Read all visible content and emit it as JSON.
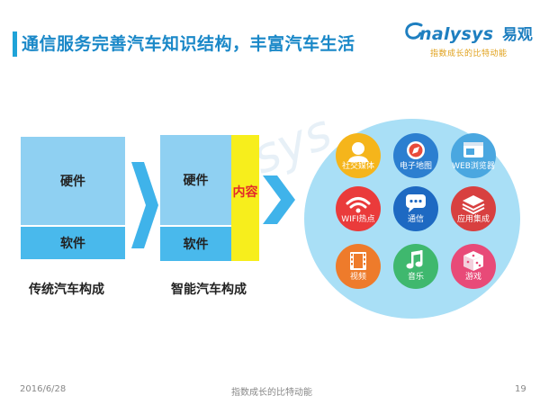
{
  "header": {
    "title": "通信服务完善汽车知识结构，丰富汽车生活",
    "brand_en": "nalysys",
    "brand_cn": "易观",
    "brand_tagline": "指数成长的比特动能"
  },
  "traditional": {
    "hardware": "硬件",
    "software": "软件",
    "caption": "传统汽车构成"
  },
  "smart": {
    "hardware": "硬件",
    "software": "软件",
    "content": "内容",
    "caption": "智能汽车构成"
  },
  "apps": [
    {
      "label": "社交媒体",
      "icon": "person-icon",
      "color": "#f5b51b"
    },
    {
      "label": "电子地图",
      "icon": "compass-icon",
      "color": "#2c7fd0"
    },
    {
      "label": "WEB浏览器",
      "icon": "browser-icon",
      "color": "#4aa7e0"
    },
    {
      "label": "WIFI热点",
      "icon": "wifi-icon",
      "color": "#ea3b3b"
    },
    {
      "label": "通信",
      "icon": "chat-icon",
      "color": "#1e69c2"
    },
    {
      "label": "应用集成",
      "icon": "layers-icon",
      "color": "#d84040"
    },
    {
      "label": "视频",
      "icon": "film-icon",
      "color": "#ee7b2b"
    },
    {
      "label": "音乐",
      "icon": "music-icon",
      "color": "#3fb86e"
    },
    {
      "label": "游戏",
      "icon": "dice-icon",
      "color": "#e84a78"
    }
  ],
  "footer": {
    "date": "2016/6/28",
    "tagline": "指数成长的比特动能",
    "page": "19"
  },
  "colors": {
    "accent": "#1a88c8",
    "hardware": "#8fd0f2",
    "software": "#49b9ec",
    "content": "#f7ee1c",
    "arrow": "#3fb3ea"
  }
}
